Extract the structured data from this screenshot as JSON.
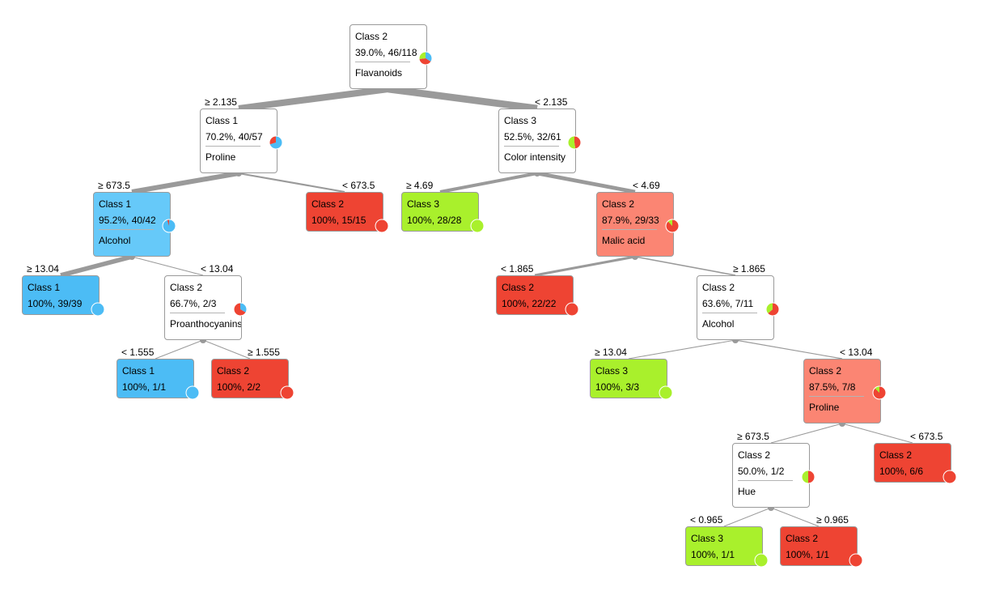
{
  "colors": {
    "class1": "#4cbcf5",
    "class1_light": "#66c9f9",
    "class2": "#ee4433",
    "class2_light": "#fb8573",
    "class3": "#a9f02c",
    "edge": "#9a9a9a",
    "border": "#9a9a9a"
  },
  "nodes": [
    {
      "id": "n0",
      "cls": "Class 2",
      "stat": "39.0%, 46/118",
      "feat": "Flavanoids",
      "fill": "#ffffff",
      "pie": [
        {
          "c": "#4cbcf5",
          "v": 40
        },
        {
          "c": "#ee4433",
          "v": 46
        },
        {
          "c": "#a9f02c",
          "v": 32
        }
      ]
    },
    {
      "id": "n1",
      "cls": "Class 1",
      "stat": "70.2%, 40/57",
      "feat": "Proline",
      "fill": "#ffffff",
      "pie": [
        {
          "c": "#4cbcf5",
          "v": 40
        },
        {
          "c": "#ee4433",
          "v": 17
        }
      ]
    },
    {
      "id": "n2",
      "cls": "Class 3",
      "stat": "52.5%, 32/61",
      "feat": "Color intensity",
      "fill": "#ffffff",
      "pie": [
        {
          "c": "#ee4433",
          "v": 29
        },
        {
          "c": "#a9f02c",
          "v": 32
        }
      ]
    },
    {
      "id": "n3",
      "cls": "Class 1",
      "stat": "95.2%, 40/42",
      "feat": "Alcohol",
      "fill": "#66c9f9",
      "pie": [
        {
          "c": "#4cbcf5",
          "v": 40
        },
        {
          "c": "#ee4433",
          "v": 2
        }
      ]
    },
    {
      "id": "n4",
      "cls": "Class 2",
      "stat": "100%, 15/15",
      "feat": "",
      "fill": "#ee4433",
      "pie": [
        {
          "c": "#ee4433",
          "v": 15
        }
      ]
    },
    {
      "id": "n5",
      "cls": "Class 3",
      "stat": "100%, 28/28",
      "feat": "",
      "fill": "#a9f02c",
      "pie": [
        {
          "c": "#a9f02c",
          "v": 28
        }
      ]
    },
    {
      "id": "n6",
      "cls": "Class 2",
      "stat": "87.9%, 29/33",
      "feat": "Malic acid",
      "fill": "#fb8573",
      "pie": [
        {
          "c": "#ee4433",
          "v": 29
        },
        {
          "c": "#a9f02c",
          "v": 4
        }
      ]
    },
    {
      "id": "n7",
      "cls": "Class 1",
      "stat": "100%, 39/39",
      "feat": "",
      "fill": "#4cbcf5",
      "pie": [
        {
          "c": "#4cbcf5",
          "v": 39
        }
      ]
    },
    {
      "id": "n8",
      "cls": "Class 2",
      "stat": "66.7%, 2/3",
      "feat": "Proanthocyanins",
      "fill": "#ffffff",
      "pie": [
        {
          "c": "#4cbcf5",
          "v": 1
        },
        {
          "c": "#ee4433",
          "v": 2
        }
      ]
    },
    {
      "id": "n9",
      "cls": "Class 2",
      "stat": "100%, 22/22",
      "feat": "",
      "fill": "#ee4433",
      "pie": [
        {
          "c": "#ee4433",
          "v": 22
        }
      ]
    },
    {
      "id": "n10",
      "cls": "Class 2",
      "stat": "63.6%, 7/11",
      "feat": "Alcohol",
      "fill": "#ffffff",
      "pie": [
        {
          "c": "#ee4433",
          "v": 7
        },
        {
          "c": "#a9f02c",
          "v": 4
        }
      ]
    },
    {
      "id": "n11",
      "cls": "Class 1",
      "stat": "100%, 1/1",
      "feat": "",
      "fill": "#4cbcf5",
      "pie": [
        {
          "c": "#4cbcf5",
          "v": 1
        }
      ]
    },
    {
      "id": "n12",
      "cls": "Class 2",
      "stat": "100%, 2/2",
      "feat": "",
      "fill": "#ee4433",
      "pie": [
        {
          "c": "#ee4433",
          "v": 2
        }
      ]
    },
    {
      "id": "n13",
      "cls": "Class 3",
      "stat": "100%, 3/3",
      "feat": "",
      "fill": "#a9f02c",
      "pie": [
        {
          "c": "#a9f02c",
          "v": 3
        }
      ]
    },
    {
      "id": "n14",
      "cls": "Class 2",
      "stat": "87.5%, 7/8",
      "feat": "Proline",
      "fill": "#fb8573",
      "pie": [
        {
          "c": "#ee4433",
          "v": 7
        },
        {
          "c": "#a9f02c",
          "v": 1
        }
      ]
    },
    {
      "id": "n15",
      "cls": "Class 2",
      "stat": "50.0%, 1/2",
      "feat": "Hue",
      "fill": "#ffffff",
      "pie": [
        {
          "c": "#ee4433",
          "v": 1
        },
        {
          "c": "#a9f02c",
          "v": 1
        }
      ]
    },
    {
      "id": "n16",
      "cls": "Class 2",
      "stat": "100%, 6/6",
      "feat": "",
      "fill": "#ee4433",
      "pie": [
        {
          "c": "#ee4433",
          "v": 6
        }
      ]
    },
    {
      "id": "n17",
      "cls": "Class 3",
      "stat": "100%, 1/1",
      "feat": "",
      "fill": "#a9f02c",
      "pie": [
        {
          "c": "#a9f02c",
          "v": 1
        }
      ]
    },
    {
      "id": "n18",
      "cls": "Class 2",
      "stat": "100%, 1/1",
      "feat": "",
      "fill": "#ee4433",
      "pie": [
        {
          "c": "#ee4433",
          "v": 1
        }
      ]
    }
  ],
  "edges": [
    {
      "from": "n0",
      "to": "n1",
      "label": "≥ 2.135",
      "n": 57
    },
    {
      "from": "n0",
      "to": "n2",
      "label": "< 2.135",
      "n": 61
    },
    {
      "from": "n1",
      "to": "n3",
      "label": "≥ 673.5",
      "n": 42
    },
    {
      "from": "n1",
      "to": "n4",
      "label": "< 673.5",
      "n": 15
    },
    {
      "from": "n2",
      "to": "n5",
      "label": "≥ 4.69",
      "n": 28
    },
    {
      "from": "n2",
      "to": "n6",
      "label": "< 4.69",
      "n": 33
    },
    {
      "from": "n3",
      "to": "n7",
      "label": "≥ 13.04",
      "n": 39
    },
    {
      "from": "n3",
      "to": "n8",
      "label": "< 13.04",
      "n": 3
    },
    {
      "from": "n6",
      "to": "n9",
      "label": "< 1.865",
      "n": 22
    },
    {
      "from": "n6",
      "to": "n10",
      "label": "≥ 1.865",
      "n": 11
    },
    {
      "from": "n8",
      "to": "n11",
      "label": "< 1.555",
      "n": 1
    },
    {
      "from": "n8",
      "to": "n12",
      "label": "≥ 1.555",
      "n": 2
    },
    {
      "from": "n10",
      "to": "n13",
      "label": "≥ 13.04",
      "n": 3
    },
    {
      "from": "n10",
      "to": "n14",
      "label": "< 13.04",
      "n": 8
    },
    {
      "from": "n14",
      "to": "n15",
      "label": "≥ 673.5",
      "n": 2
    },
    {
      "from": "n14",
      "to": "n16",
      "label": "< 673.5",
      "n": 6
    },
    {
      "from": "n15",
      "to": "n17",
      "label": "< 0.965",
      "n": 1
    },
    {
      "from": "n15",
      "to": "n18",
      "label": "≥ 0.965",
      "n": 1
    }
  ]
}
